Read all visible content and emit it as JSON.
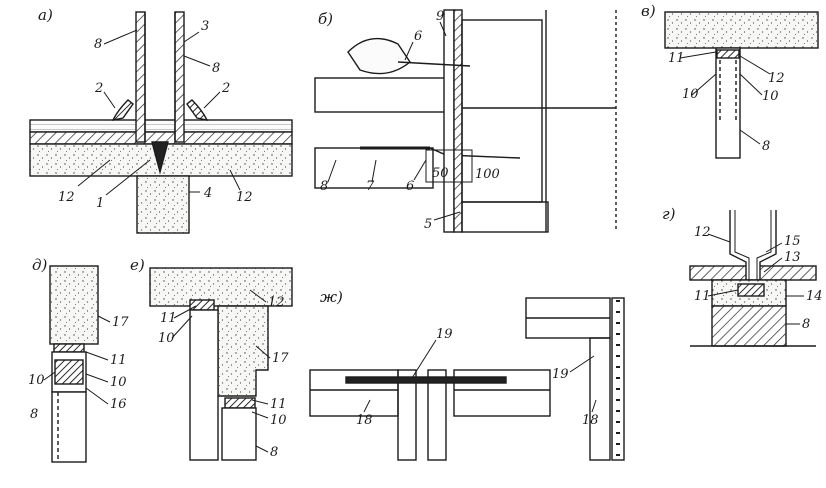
{
  "figure": {
    "panels": [
      {
        "id": "a",
        "label": "а)"
      },
      {
        "id": "b",
        "label": "б)"
      },
      {
        "id": "v",
        "label": "в)"
      },
      {
        "id": "g",
        "label": "г)"
      },
      {
        "id": "d",
        "label": "д)"
      },
      {
        "id": "e",
        "label": "е)"
      },
      {
        "id": "zh",
        "label": "ж)"
      }
    ],
    "callouts": {
      "a": [
        "8",
        "3",
        "8",
        "2",
        "2",
        "12",
        "1",
        "4",
        "12"
      ],
      "b": [
        "9",
        "6",
        "8",
        "7",
        "6",
        "50",
        "100",
        "5"
      ],
      "v": [
        "11",
        "12",
        "10",
        "10",
        "8"
      ],
      "g": [
        "12",
        "15",
        "13",
        "11",
        "14",
        "8"
      ],
      "d": [
        "17",
        "11",
        "10",
        "10",
        "16",
        "8"
      ],
      "e": [
        "12",
        "11",
        "10",
        "17",
        "11",
        "10",
        "8"
      ],
      "zh": [
        "19",
        "18",
        "19",
        "18"
      ]
    }
  }
}
